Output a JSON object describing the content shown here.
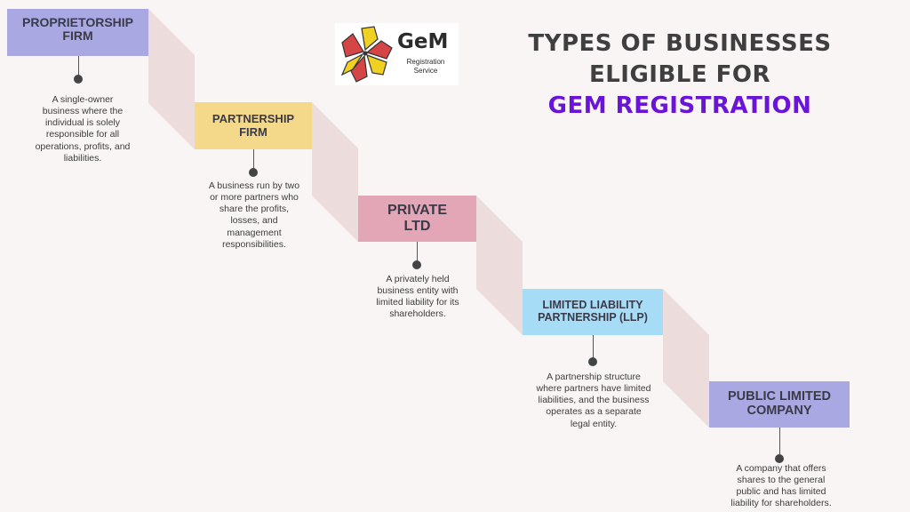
{
  "title": {
    "line1": "TYPES OF BUSINESSES",
    "line2": "ELIGIBLE FOR",
    "line3": "GEM REGISTRATION"
  },
  "logo": {
    "word": "GeM",
    "sub1": "Registration",
    "sub2": "Service"
  },
  "colors": {
    "accent": "#6a14d8",
    "ribbon": "#ecdcdc",
    "proprietorship": "#a9a8e2",
    "partnership": "#f5d98b",
    "private": "#e3a6b6",
    "llp": "#a7dcf6",
    "public": "#a9a8e2"
  },
  "steps": [
    {
      "label": "PROPRIETORSHIP FIRM",
      "desc": "A single-owner business where the individual is solely responsible for all operations, profits, and liabilities."
    },
    {
      "label": "PARTNERSHIP FIRM",
      "desc": "A business run by two or more partners who share the profits, losses, and management responsibilities."
    },
    {
      "label": "PRIVATE LTD",
      "desc": "A privately held business entity with limited liability for its shareholders."
    },
    {
      "label": "LIMITED LIABILITY PARTNERSHIP (LLP)",
      "desc": "A partnership structure where partners have limited liabilities, and the business operates as a separate legal entity."
    },
    {
      "label": "PUBLIC LIMITED COMPANY",
      "desc": "A company that offers shares to the general public and has limited liability for shareholders."
    }
  ]
}
